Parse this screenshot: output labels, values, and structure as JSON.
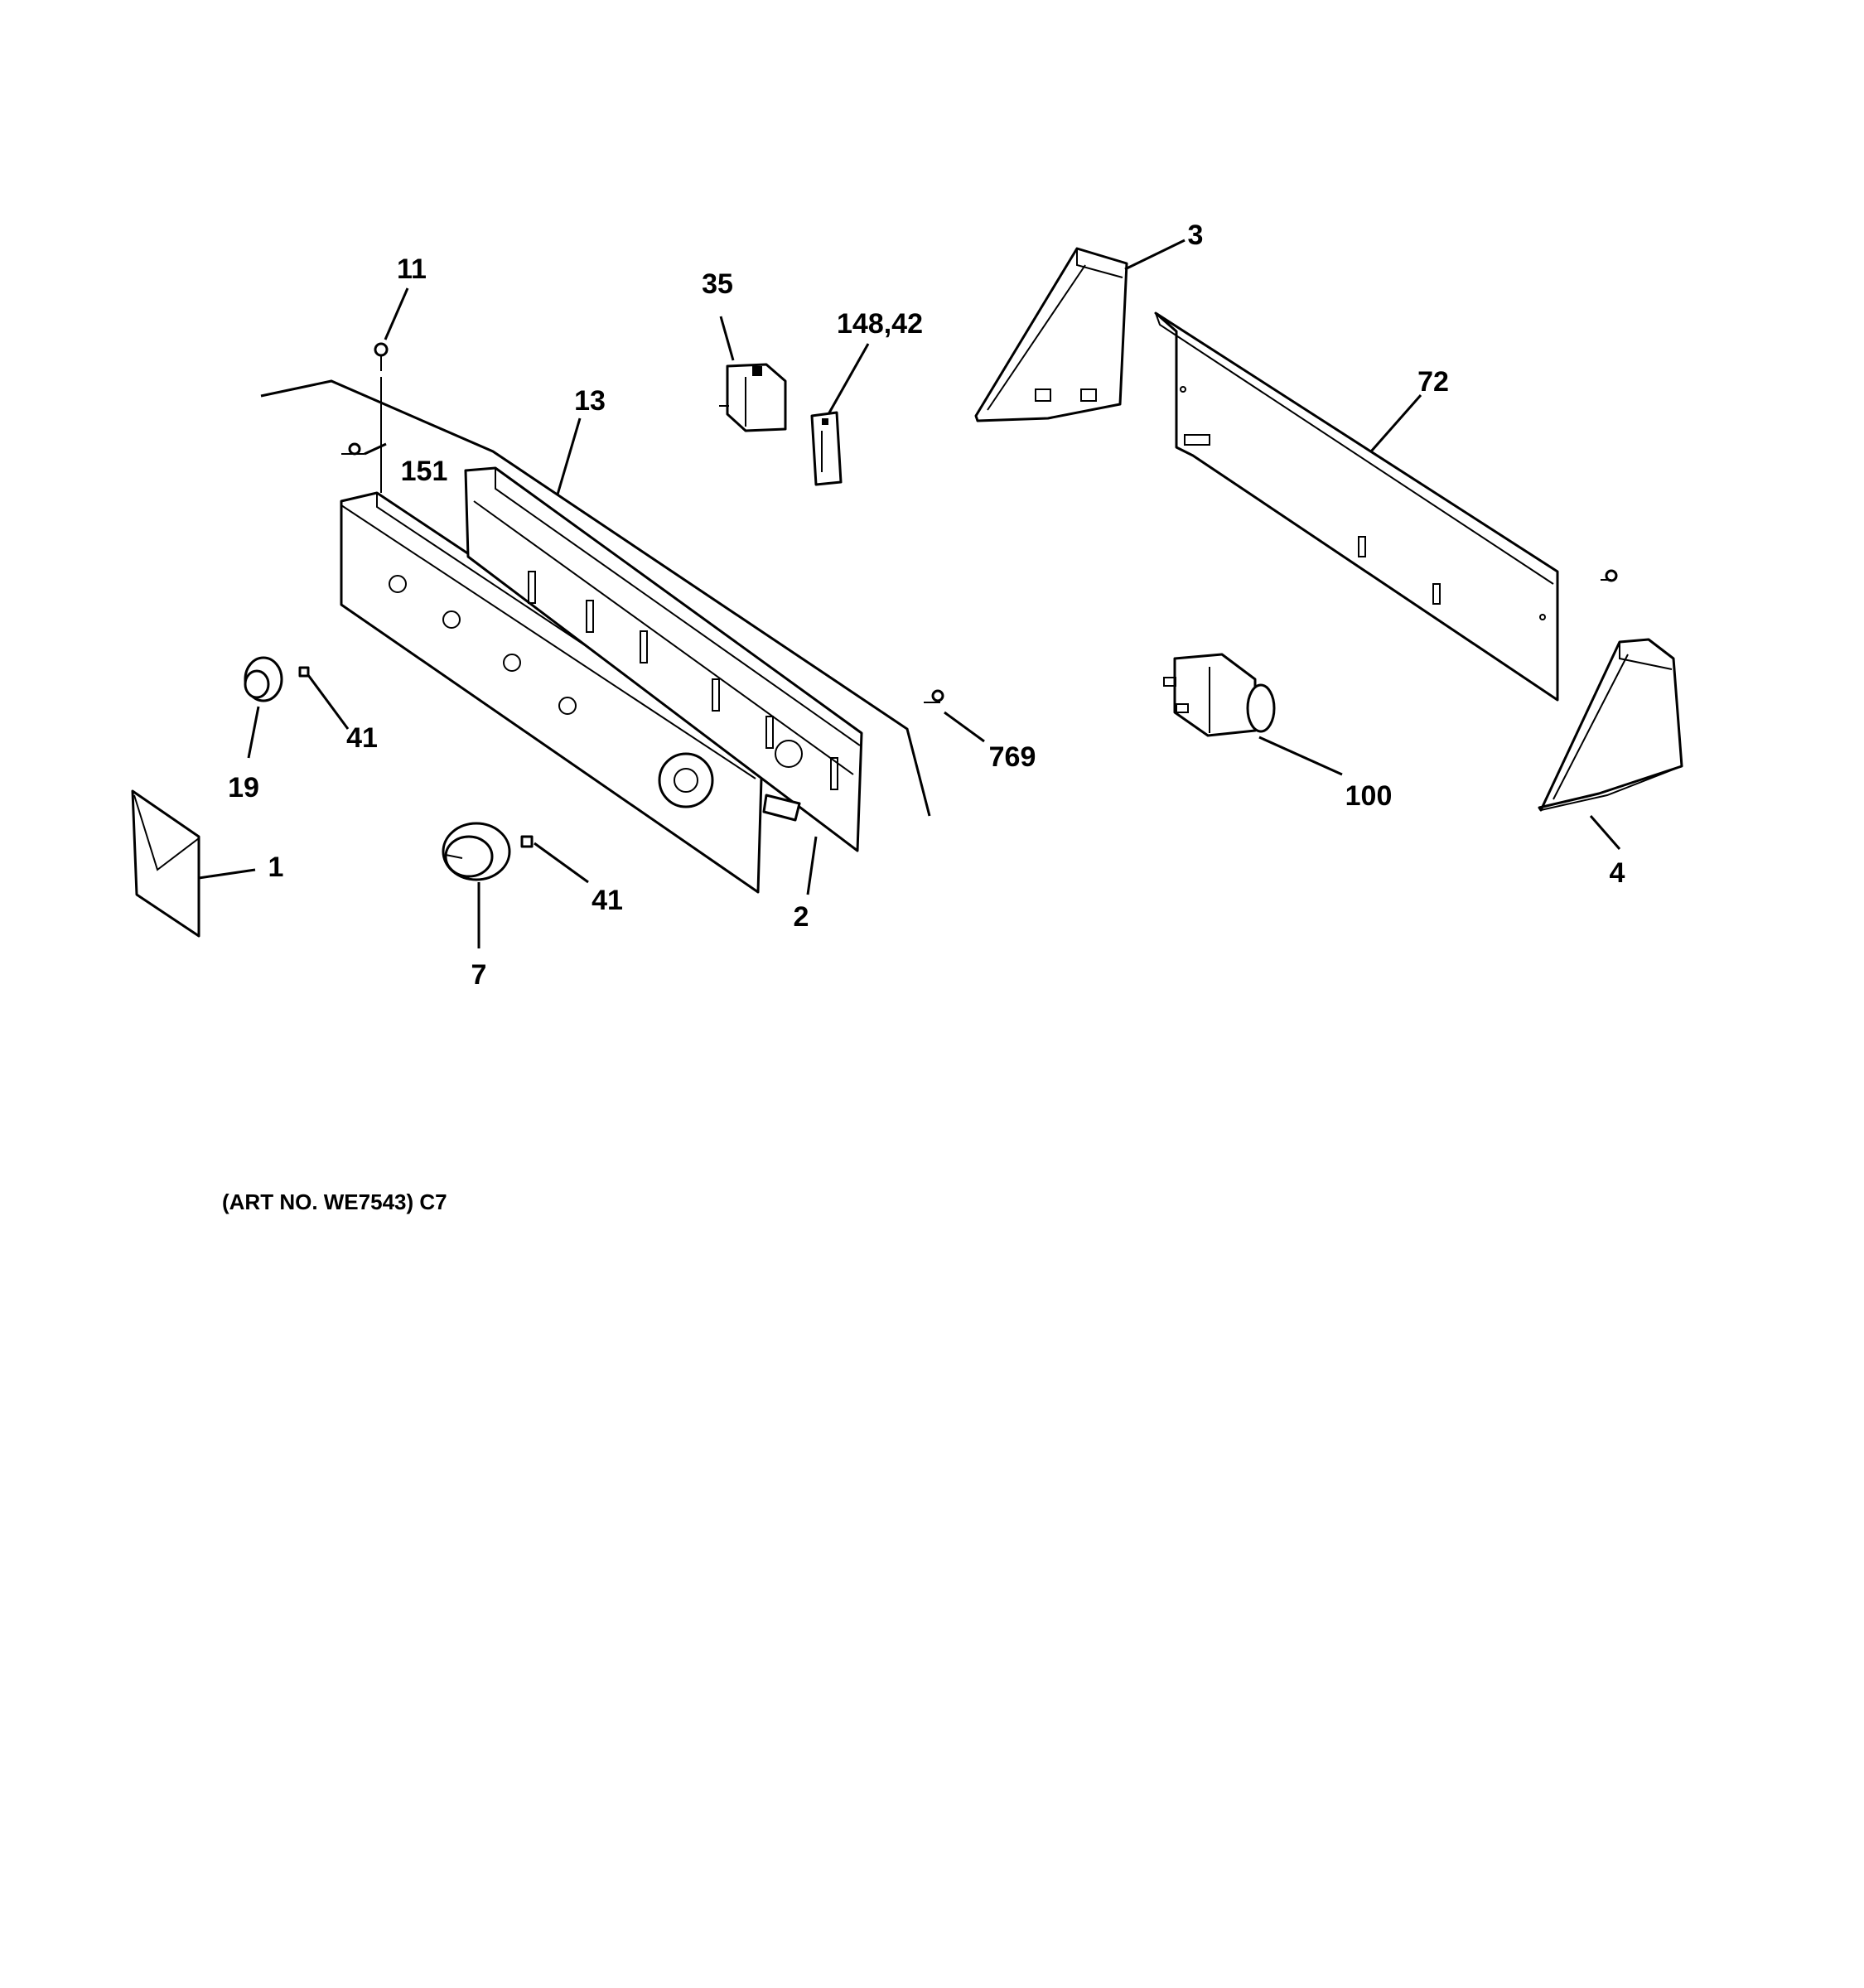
{
  "callouts": {
    "c1": "1",
    "c2": "2",
    "c3": "3",
    "c4": "4",
    "c7": "7",
    "c11": "11",
    "c13": "13",
    "c19": "19",
    "c35": "35",
    "c41a": "41",
    "c41b": "41",
    "c72": "72",
    "c100": "100",
    "c148": "148,42",
    "c151": "151",
    "c769": "769"
  },
  "art_number": "(ART NO. WE7543) C7"
}
